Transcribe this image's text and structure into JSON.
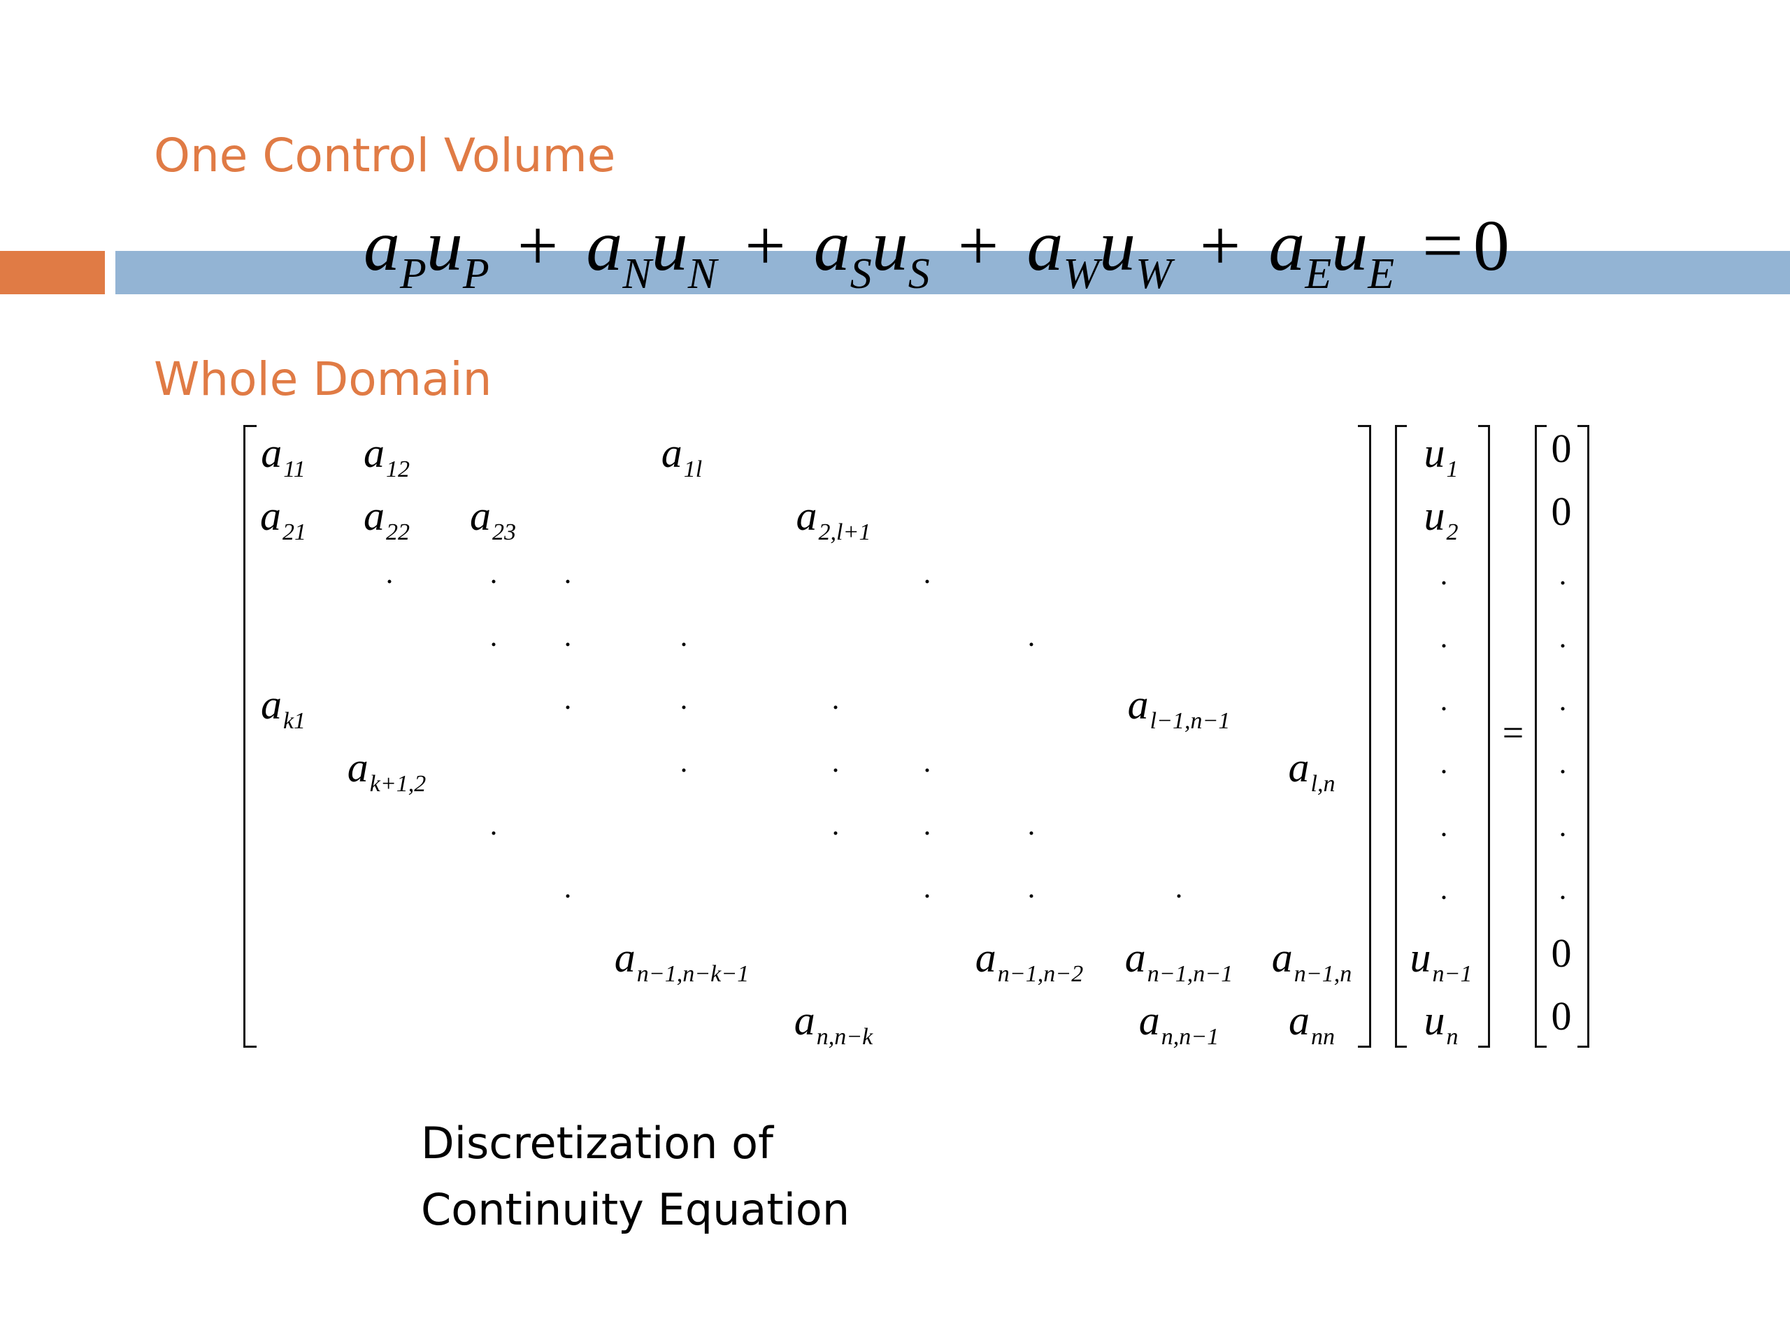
{
  "headings": {
    "one_control_volume": "One Control Volume",
    "whole_domain": "Whole Domain"
  },
  "accent_colors": {
    "heading_orange": "#E07B45",
    "bar_blue": "#93B4D4"
  },
  "equation": {
    "terms": [
      {
        "coef": "a",
        "coef_sub": "P",
        "var": "u",
        "var_sub": "P"
      },
      {
        "coef": "a",
        "coef_sub": "N",
        "var": "u",
        "var_sub": "N"
      },
      {
        "coef": "a",
        "coef_sub": "S",
        "var": "u",
        "var_sub": "S"
      },
      {
        "coef": "a",
        "coef_sub": "W",
        "var": "u",
        "var_sub": "W"
      },
      {
        "coef": "a",
        "coef_sub": "E",
        "var": "u",
        "var_sub": "E"
      }
    ],
    "plus": "+",
    "equals": "=",
    "rhs": "0"
  },
  "matrix": {
    "entries": [
      {
        "sym": "a",
        "sub": "11"
      },
      {
        "sym": "a",
        "sub": "12"
      },
      {
        "sym": "a",
        "sub": "1l"
      },
      {
        "sym": "a",
        "sub": "21"
      },
      {
        "sym": "a",
        "sub": "22"
      },
      {
        "sym": "a",
        "sub": "23"
      },
      {
        "sym": "a",
        "sub": "2,l+1"
      },
      {
        "sym": "a",
        "sub": "k1"
      },
      {
        "sym": "a",
        "sub": "l−1,n−1"
      },
      {
        "sym": "a",
        "sub": "k+1,2"
      },
      {
        "sym": "a",
        "sub": "l,n"
      },
      {
        "sym": "a",
        "sub": "n−1,n−k−1"
      },
      {
        "sym": "a",
        "sub": "n−1,n−2"
      },
      {
        "sym": "a",
        "sub": "n−1,n−1"
      },
      {
        "sym": "a",
        "sub": "n−1,n"
      },
      {
        "sym": "a",
        "sub": "n,n−k"
      },
      {
        "sym": "a",
        "sub": "n,n−1"
      },
      {
        "sym": "a",
        "sub": "nn"
      }
    ],
    "unknowns": [
      {
        "sym": "u",
        "sub": "1"
      },
      {
        "sym": "u",
        "sub": "2"
      },
      {
        "sym": "u",
        "sub": "n−1"
      },
      {
        "sym": "u",
        "sub": "n"
      }
    ],
    "equals": "=",
    "rhs_values": [
      "0",
      "0",
      "0",
      "0"
    ]
  },
  "caption": {
    "line1": "Discretization of",
    "line2": "Continuity Equation"
  }
}
